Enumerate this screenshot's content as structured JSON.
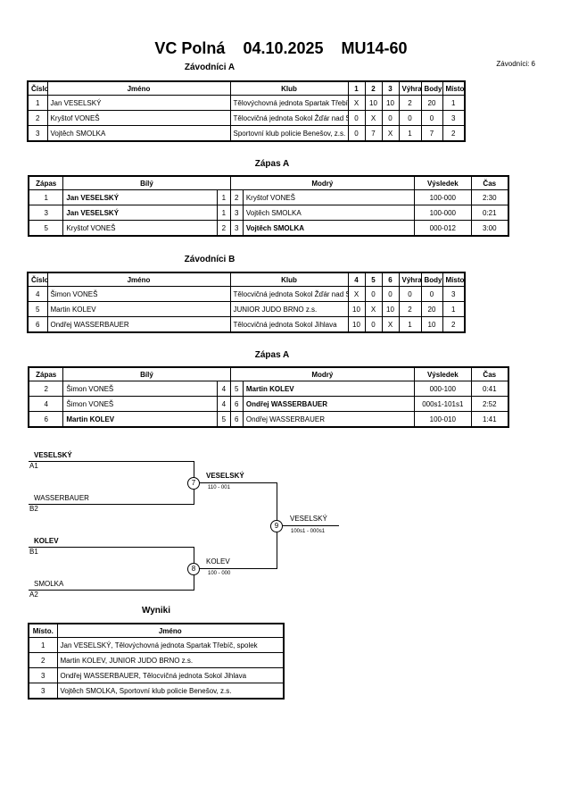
{
  "header": {
    "event": "VC Polná",
    "date": "04.10.2025",
    "category": "MU14-60",
    "competitors_count": "Závodníci: 6"
  },
  "pool_a": {
    "title": "Závodníci A",
    "headers": [
      "Číslo",
      "Jméno",
      "Klub",
      "1",
      "2",
      "3",
      "Výhra",
      "Body",
      "Místo"
    ],
    "rows": [
      {
        "num": "1",
        "name": "Jan VESELSKÝ",
        "club": "Tělovýchovná jednota Spartak Třebíč, spolek",
        "r1": "X",
        "r2": "10",
        "r3": "10",
        "wins": "2",
        "points": "20",
        "place": "1"
      },
      {
        "num": "2",
        "name": "Kryštof VONEŠ",
        "club": "Tělocvičná jednota Sokol Žďár nad Sázavou",
        "r1": "0",
        "r2": "X",
        "r3": "0",
        "wins": "0",
        "points": "0",
        "place": "3"
      },
      {
        "num": "3",
        "name": "Vojtěch SMOLKA",
        "club": "Sportovní klub policie Benešov, z.s.",
        "r1": "0",
        "r2": "7",
        "r3": "X",
        "wins": "1",
        "points": "7",
        "place": "2"
      }
    ]
  },
  "matches_a": {
    "title": "Zápas A",
    "headers": [
      "Zápas",
      "Bílý",
      "Modrý",
      "Výsledek",
      "Čas"
    ],
    "rows": [
      {
        "num": "1",
        "white": "Jan VESELSKÝ",
        "w_no": "1",
        "b_no": "2",
        "blue": "Kryštof VONEŠ",
        "result": "100-000",
        "time": "2:30",
        "winner": "white"
      },
      {
        "num": "3",
        "white": "Jan VESELSKÝ",
        "w_no": "1",
        "b_no": "3",
        "blue": "Vojtěch SMOLKA",
        "result": "100-000",
        "time": "0:21",
        "winner": "white"
      },
      {
        "num": "5",
        "white": "Kryštof VONEŠ",
        "w_no": "2",
        "b_no": "3",
        "blue": "Vojtěch SMOLKA",
        "result": "000-012",
        "time": "3:00",
        "winner": "blue"
      }
    ]
  },
  "pool_b": {
    "title": "Závodníci B",
    "headers": [
      "Číslo",
      "Jméno",
      "Klub",
      "4",
      "5",
      "6",
      "Výhra",
      "Body",
      "Místo"
    ],
    "rows": [
      {
        "num": "4",
        "name": "Šimon VONEŠ",
        "club": "Tělocvičná jednota Sokol Žďár nad Sázavou",
        "r1": "X",
        "r2": "0",
        "r3": "0",
        "wins": "0",
        "points": "0",
        "place": "3"
      },
      {
        "num": "5",
        "name": "Martin KOLEV",
        "club": "JUNIOR JUDO BRNO z.s.",
        "r1": "10",
        "r2": "X",
        "r3": "10",
        "wins": "2",
        "points": "20",
        "place": "1"
      },
      {
        "num": "6",
        "name": "Ondřej WASSERBAUER",
        "club": "Tělocvičná jednota Sokol Jihlava",
        "r1": "10",
        "r2": "0",
        "r3": "X",
        "wins": "1",
        "points": "10",
        "place": "2"
      }
    ]
  },
  "matches_b": {
    "title": "Zápas A",
    "headers": [
      "Zápas",
      "Bílý",
      "Modrý",
      "Výsledek",
      "Čas"
    ],
    "rows": [
      {
        "num": "2",
        "white": "Šimon VONEŠ",
        "w_no": "4",
        "b_no": "5",
        "blue": "Martin KOLEV",
        "result": "000-100",
        "time": "0:41",
        "winner": "blue"
      },
      {
        "num": "4",
        "white": "Šimon VONEŠ",
        "w_no": "4",
        "b_no": "6",
        "blue": "Ondřej WASSERBAUER",
        "result": "000s1-101s1",
        "time": "2:52",
        "winner": "blue"
      },
      {
        "num": "6",
        "white": "Martin KOLEV",
        "w_no": "5",
        "b_no": "6",
        "blue": "Ondřej WASSERBAUER",
        "result": "100-010",
        "time": "1:41",
        "winner": "white"
      }
    ]
  },
  "bracket": {
    "semi1": {
      "top_name": "VESELSKÝ",
      "top_seed": "A1",
      "bottom_name": "WASSERBAUER",
      "bottom_seed": "B2",
      "match_no": "7",
      "winner": "VESELSKÝ",
      "score": "110 - 001"
    },
    "semi2": {
      "top_name": "KOLEV",
      "top_seed": "B1",
      "bottom_name": "SMOLKA",
      "bottom_seed": "A2",
      "match_no": "8",
      "winner": "KOLEV",
      "score": "100 - 000"
    },
    "final": {
      "match_no": "9",
      "winner": "VESELSKÝ",
      "score": "100s1 - 000s1"
    }
  },
  "results": {
    "title": "Wyniki",
    "headers": [
      "Místo.",
      "Jméno"
    ],
    "rows": [
      {
        "place": "1",
        "name": "Jan VESELSKÝ, Tělovýchovná jednota Spartak Třebíč, spolek"
      },
      {
        "place": "2",
        "name": "Martin KOLEV, JUNIOR JUDO BRNO z.s."
      },
      {
        "place": "3",
        "name": "Ondřej WASSERBAUER, Tělocvičná jednota Sokol Jihlava"
      },
      {
        "place": "3",
        "name": "Vojtěch SMOLKA, Sportovní klub policie Benešov, z.s."
      }
    ]
  }
}
